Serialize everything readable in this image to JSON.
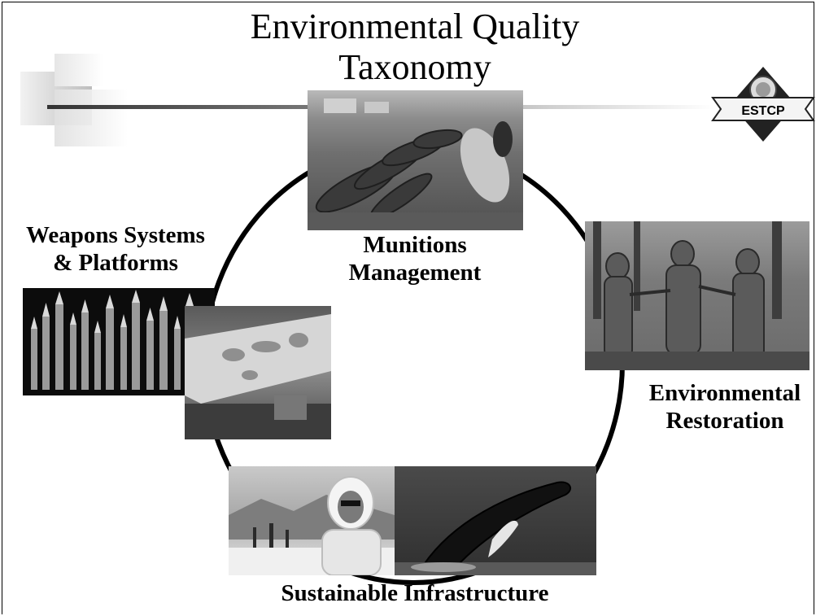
{
  "slide": {
    "title_line1": "Environmental Quality",
    "title_line2": "Taxonomy"
  },
  "logo": {
    "text": "ESTCP"
  },
  "categories": {
    "munitions": {
      "line1": "Munitions",
      "line2": "Management"
    },
    "weapons": {
      "line1": "Weapons Systems",
      "line2": "& Platforms"
    },
    "restoration": {
      "line1": "Environmental",
      "line2": "Restoration"
    },
    "infrastructure": {
      "line1": "Sustainable Infrastructure"
    }
  }
}
